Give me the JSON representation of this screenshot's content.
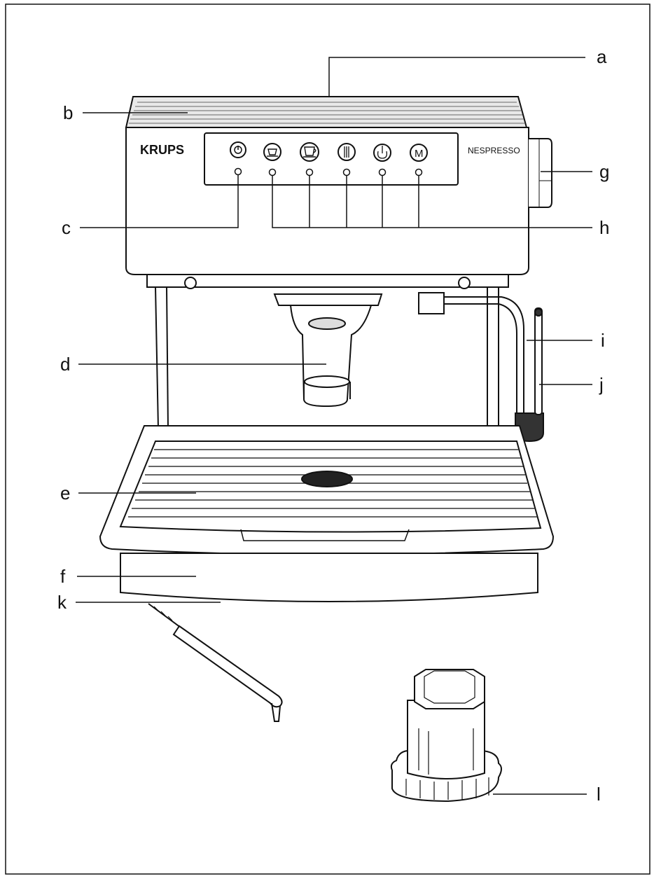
{
  "brand": {
    "maker": "KRUPS",
    "partner": "NESPRESSO"
  },
  "panel_buttons": [
    {
      "name": "power-button",
      "glyph": "⓪",
      "icon": "power-icon"
    },
    {
      "name": "small-cup-button",
      "glyph": "☕",
      "icon": "small-cup-icon"
    },
    {
      "name": "large-cup-button",
      "glyph": "☕",
      "icon": "large-cup-icon"
    },
    {
      "name": "hot-water-button",
      "glyph": "┃",
      "icon": "hot-water-icon"
    },
    {
      "name": "steam-button",
      "glyph": "♨",
      "icon": "steam-icon"
    },
    {
      "name": "memory-button",
      "glyph": "M",
      "icon": "memory-icon"
    }
  ],
  "callouts": {
    "a": "a",
    "b": "b",
    "c": "c",
    "d": "d",
    "e": "e",
    "f": "f",
    "g": "g",
    "h": "h",
    "i": "i",
    "j": "j",
    "k": "k",
    "l": "l"
  },
  "colors": {
    "line": "#111111",
    "paper": "#ffffff",
    "drip_hole": "#222222"
  }
}
